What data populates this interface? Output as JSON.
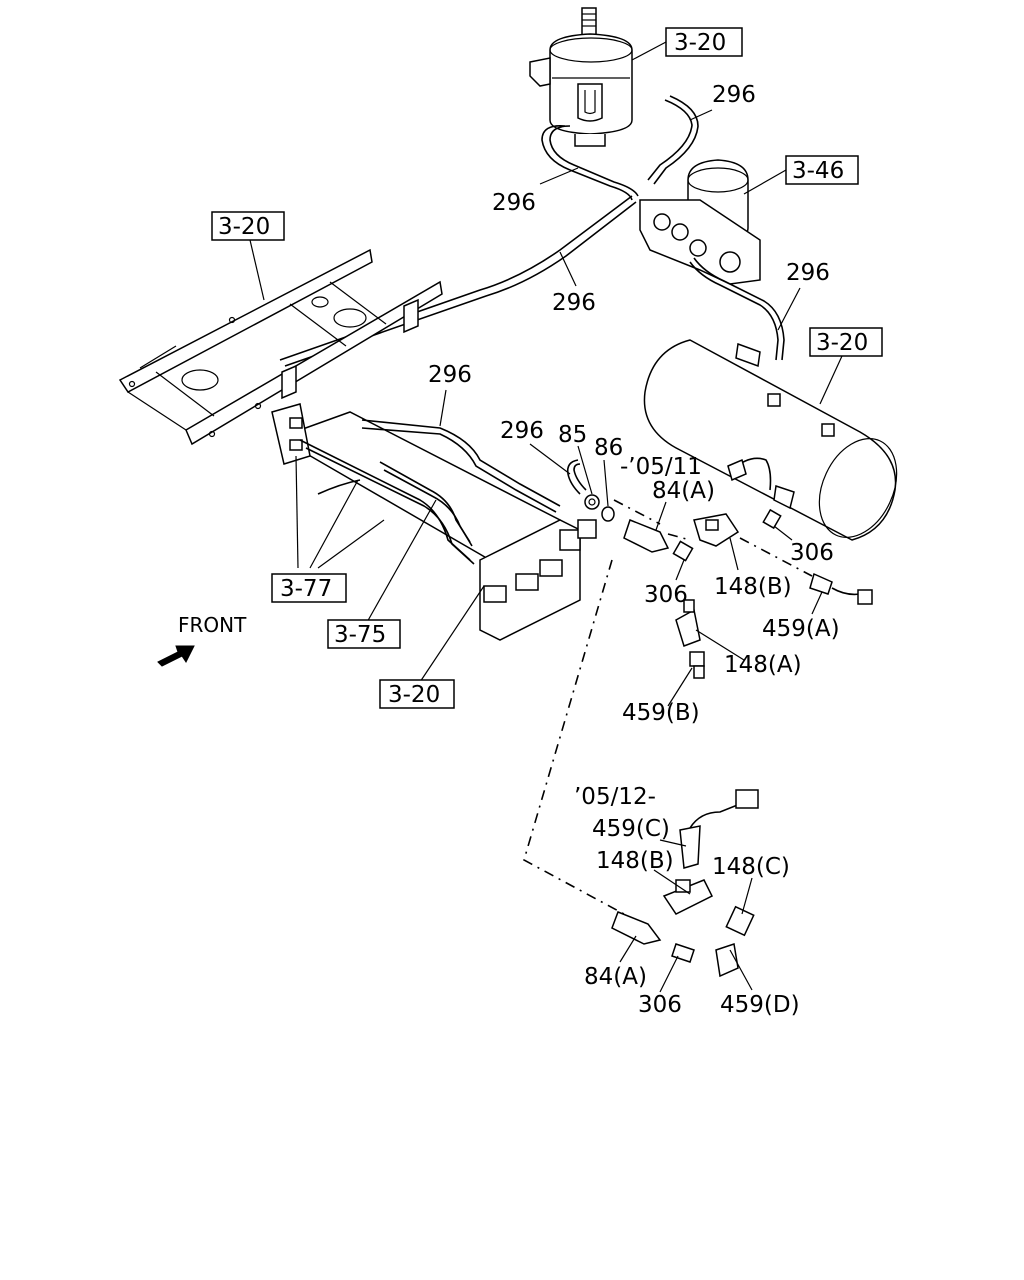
{
  "labels": {
    "ref_3_20_top": "3-20",
    "ref_3_46": "3-46",
    "ref_3_20_left": "3-20",
    "ref_3_20_tank": "3-20",
    "ref_3_77": "3-77",
    "ref_3_75": "3-75",
    "ref_3_20_bottom": "3-20",
    "p296_a": "296",
    "p296_b": "296",
    "p296_c": "296",
    "p296_d": "296",
    "p296_e": "296",
    "p296_f": "296",
    "p85": "85",
    "p86": "86",
    "date_upto": "-’05/11",
    "p84a_top": "84(A)",
    "p306_right": "306",
    "p306_mid": "306",
    "p148b_top": "148(B)",
    "p459a": "459(A)",
    "p148a": "148(A)",
    "p459b": "459(B)",
    "front": "FRONT",
    "date_from": "’05/12-",
    "p459c": "459(C)",
    "p148b_bot": "148(B)",
    "p148c": "148(C)",
    "p84a_bot": "84(A)",
    "p306_bot": "306",
    "p459d": "459(D)"
  }
}
